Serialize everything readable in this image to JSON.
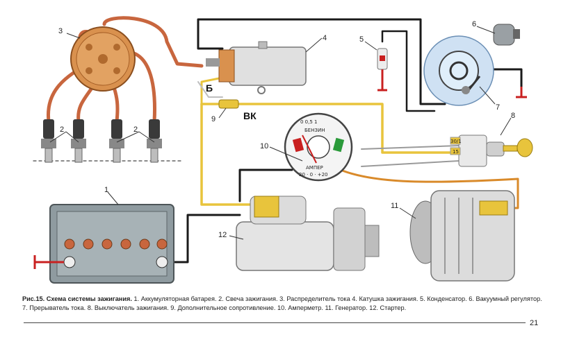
{
  "callouts": {
    "n1": "1",
    "n2a": "2",
    "n2b": "2",
    "n3": "3",
    "n4": "4",
    "n5": "5",
    "n6": "6",
    "n7": "7",
    "n8": "8",
    "n9": "9",
    "n10": "10",
    "n11": "11",
    "n12": "12"
  },
  "terminals": {
    "b": "Б",
    "vk": "ВК"
  },
  "gauge": {
    "top_scale": "0   0,5   1",
    "fuel": "БЕНЗИН",
    "ammeter": "АМПЕР",
    "bottom_scale": "20 · 0 · +20"
  },
  "switch_labels": {
    "t1": "30/1",
    "t2": "15"
  },
  "caption": {
    "title": "Рис.15. Схема системы зажигания.",
    "text": " 1. Аккумуляторная батарея. 2. Свеча зажигания. 3. Распределитель тока 4. Катушка зажигания. 5. Конденсатор. 6. Вакуумный регулятор. 7. Прерыватель тока. 8. Выключатель зажигания. 9. Дополнительное сопротивление. 10. Амперметр. 11. Генератор. 12. Стартер."
  },
  "page_number": "21",
  "colors": {
    "hv_wire": "#c8663e",
    "black_wire": "#1a1a1a",
    "yellow_wire": "#e8c43c",
    "orange_wire": "#d98a2a",
    "distributor": "#d9914e",
    "coil": "#e0e0e0",
    "battery": "#8f9ba0",
    "blue_body": "#cfe1f3",
    "terminal_red": "#c92020"
  }
}
